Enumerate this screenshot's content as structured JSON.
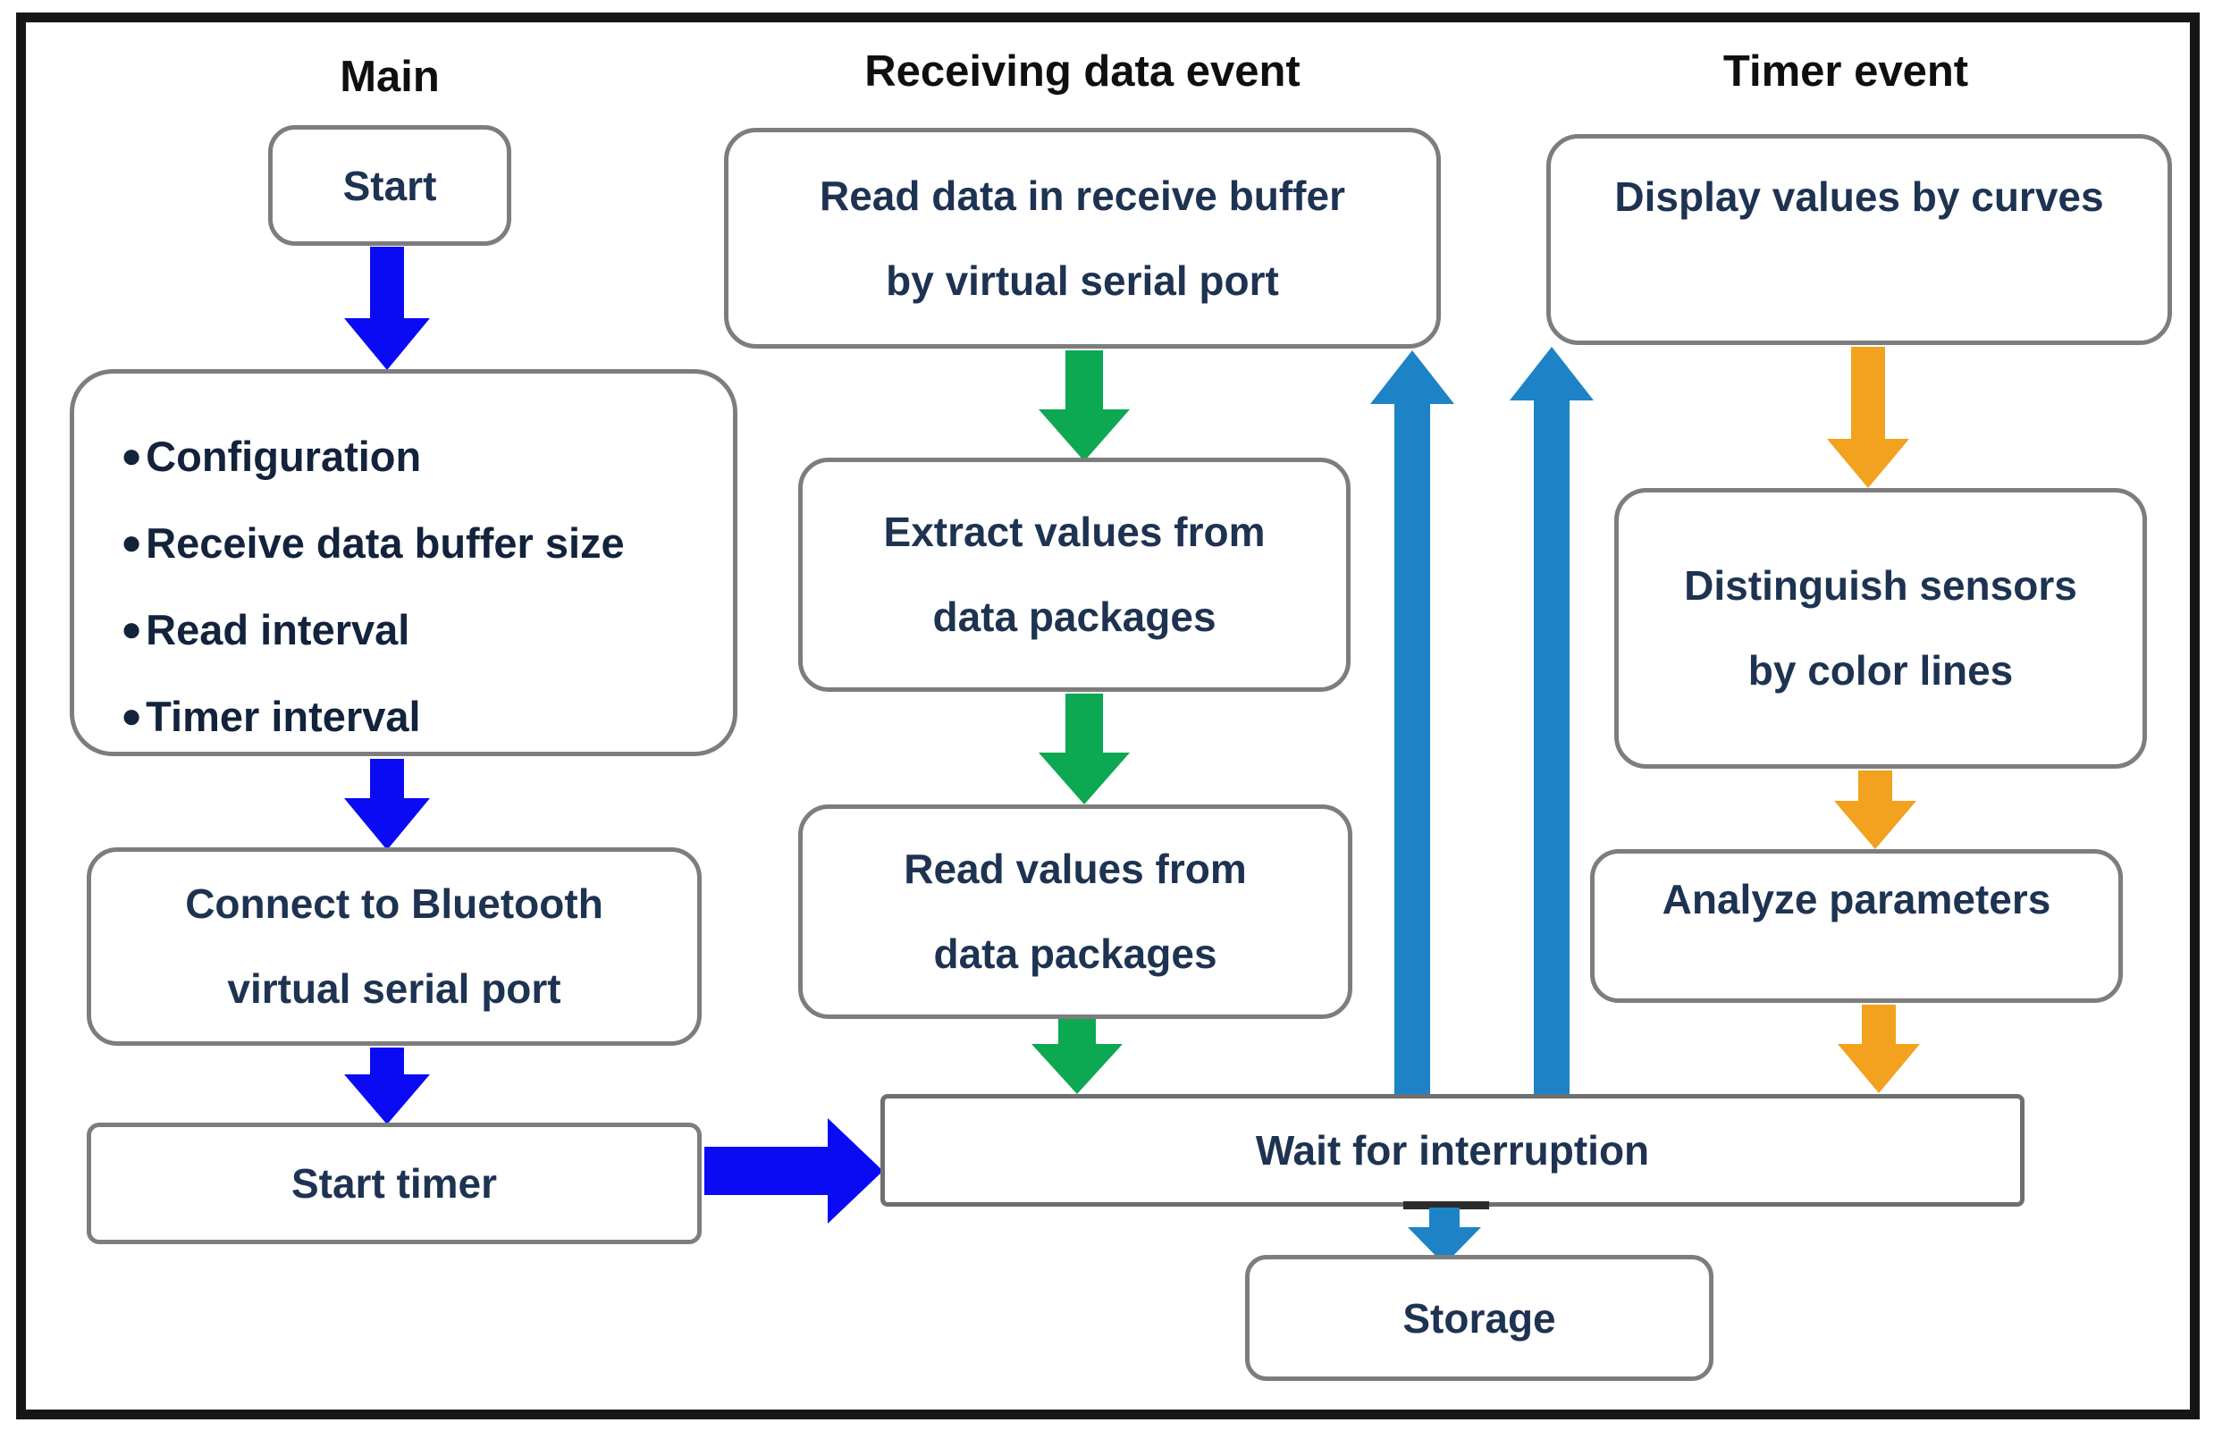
{
  "headings": {
    "main": "Main",
    "receiving": "Receiving data event",
    "timer": "Timer event"
  },
  "main": {
    "start": "Start",
    "bullet": "●",
    "config_items": [
      "Configuration",
      "Receive data buffer size",
      "Read interval",
      "Timer interval"
    ],
    "connect_line1": "Connect to Bluetooth",
    "connect_line2": "virtual serial port",
    "start_timer": "Start timer"
  },
  "receiving": {
    "read_line1": "Read data in receive buffer",
    "read_line2": "by virtual serial port",
    "extract_line1": "Extract values from",
    "extract_line2": "data packages",
    "readvals_line1": "Read values from",
    "readvals_line2": "data packages"
  },
  "timer": {
    "display": "Display values by curves",
    "distinguish_line1": "Distinguish sensors",
    "distinguish_line2": "by color lines",
    "analyze": "Analyze parameters"
  },
  "bottom": {
    "wait": "Wait for interruption",
    "storage": "Storage"
  },
  "colors": {
    "main_arrow": "#0a0af5",
    "receiving_arrow": "#0ca852",
    "timer_arrow": "#f2a21e",
    "interrupt_arrow": "#1d83c6",
    "box_border": "#7d7d7d",
    "box_text": "#1e3352",
    "heading_text": "#0f0f0f",
    "frame": "#161616"
  }
}
